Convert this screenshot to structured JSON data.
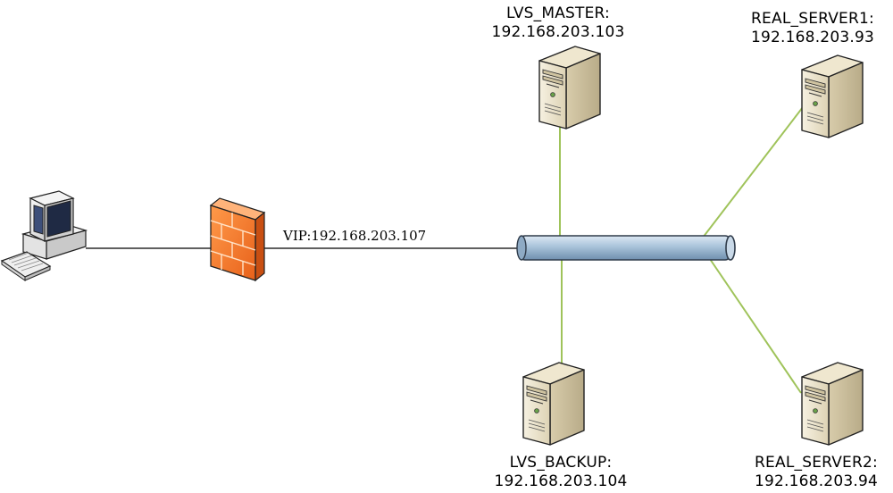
{
  "nodes": {
    "client": {
      "icon": "desktop-computer-icon"
    },
    "firewall": {
      "icon": "firewall-icon"
    },
    "lvs_master": {
      "name": "LVS_MASTER:",
      "ip": "192.168.203.103",
      "icon": "server-icon"
    },
    "lvs_backup": {
      "name": "LVS_BACKUP:",
      "ip": "192.168.203.104",
      "icon": "server-icon"
    },
    "real_server1": {
      "name": "REAL_SERVER1:",
      "ip": "192.168.203.93",
      "icon": "server-icon"
    },
    "real_server2": {
      "name": "REAL_SERVER2:",
      "ip": "192.168.203.94",
      "icon": "server-icon"
    }
  },
  "vip_label": "VIP:192.168.203.107",
  "colors": {
    "bus": "#a9c3da",
    "bus_outline": "#2f3b4a",
    "link_green": "#9fc35a",
    "link_black": "#000000",
    "firewall": "#f07a2a",
    "server_body": "#e6dcc2"
  }
}
